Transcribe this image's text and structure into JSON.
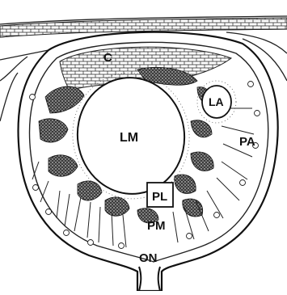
{
  "figure": {
    "labels": {
      "c": "C",
      "lm": "LM",
      "la": "LA",
      "pa": "PA",
      "pl": "PL",
      "pm": "PM",
      "on": "ON"
    }
  }
}
